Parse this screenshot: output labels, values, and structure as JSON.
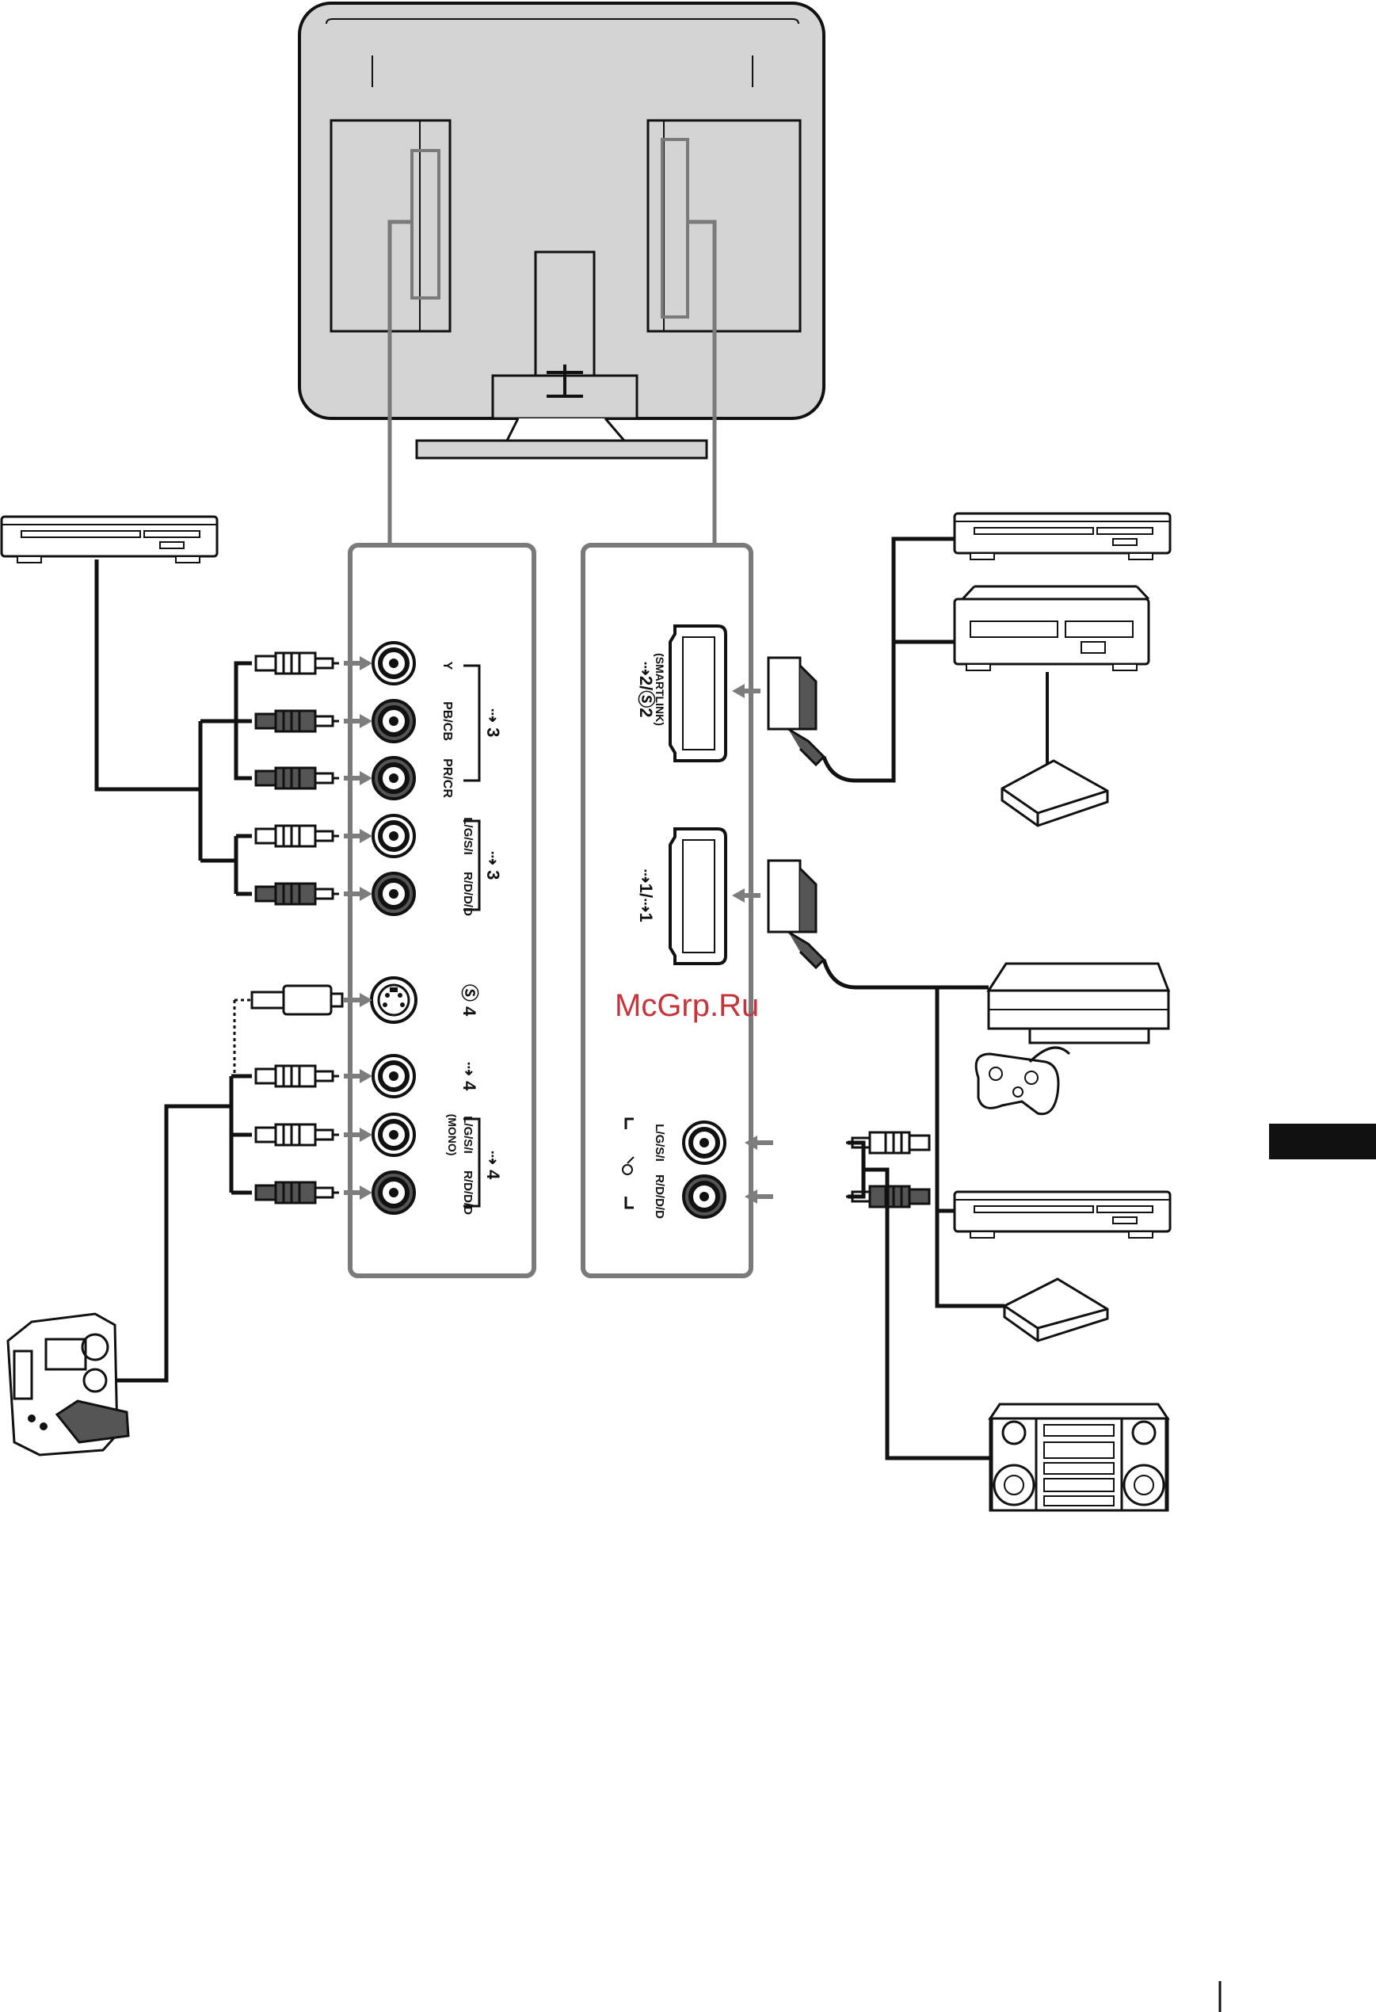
{
  "watermark": "McGrp.Ru",
  "left_panel": {
    "component_group": "⇢ 3",
    "y": "Y",
    "pb": "PB/CB",
    "pr": "PR/CR",
    "audio3_group": "⇢ 3",
    "audio3_l": "L/G/S/I",
    "audio3_r": "R/D/D/D",
    "svideo": "Ⓢ 4",
    "video4": "⇢ 4",
    "audio4_group": "⇢ 4",
    "audio4_l": "L/G/S/I",
    "audio4_mono": "(MONO)",
    "audio4_r": "R/D/D/D"
  },
  "right_panel": {
    "scart2": "⇢2/Ⓢ2",
    "scart2_sub": "(SMARTLINK)",
    "scart1": "⇢1/⇢1",
    "audio_out_l": "L/G/S/I",
    "audio_out_r": "R/D/D/D"
  },
  "colors": {
    "tv_body": "#d4d4d4",
    "panel_border": "#7a7a7a",
    "cable": "#111111",
    "arrow": "#7d7d7d",
    "side_tab": "#111111",
    "watermark": "#c8343c"
  }
}
